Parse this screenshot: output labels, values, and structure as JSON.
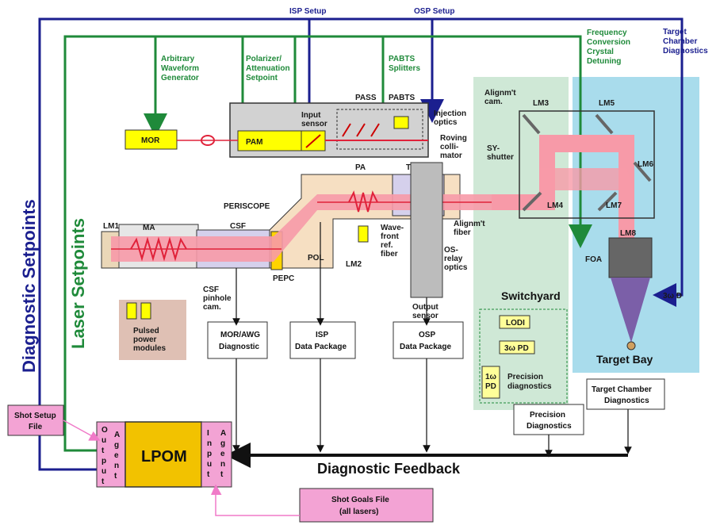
{
  "side": {
    "diagnostic_setpoints": "Diagnostic Setpoints",
    "laser_setpoints": "Laser Setpoints"
  },
  "top": {
    "isp_setup": "ISP Setup",
    "osp_setup": "OSP Setup",
    "freq_line1": "Frequency",
    "freq_line2": "Conversion",
    "freq_line3": "Crystal",
    "freq_line4": "Detuning",
    "tcd_line1": "Target",
    "tcd_line2": "Chamber",
    "tcd_line3": "Diagnostics",
    "awg_line1": "Arbitrary",
    "awg_line2": "Waveform",
    "awg_line3": "Generator",
    "pol_line1": "Polarizer/",
    "pol_line2": "Attenuation",
    "pol_line3": "Setpoint",
    "pabts_line1": "PABTS",
    "pabts_line2": "Splitters"
  },
  "components": {
    "mor": "MOR",
    "pam": "PAM",
    "pass": "PASS",
    "pabts": "PABTS",
    "input_sensor_1": "Input",
    "input_sensor_2": "sensor",
    "injection_1": "Injection",
    "injection_2": "optics",
    "roving_1": "Roving",
    "roving_2": "colli-",
    "roving_3": "mator",
    "pa": "PA",
    "tsf": "TSF",
    "periscope": "PERISCOPE",
    "lm1": "LM1",
    "ma": "MA",
    "csf": "CSF",
    "pepc": "PEPC",
    "pol": "POL",
    "lm2": "LM2",
    "lm3": "LM3",
    "lm4": "LM4",
    "lm5": "LM5",
    "lm6": "LM6",
    "lm7": "LM7",
    "lm8": "LM8",
    "alignt_cam_1": "Alignm't",
    "alignt_cam_2": "cam.",
    "sy_shutter_1": "SY-",
    "sy_shutter_2": "shutter",
    "wavefront_1": "Wave-",
    "wavefront_2": "front",
    "wavefront_3": "ref.",
    "wavefront_4": "fiber",
    "alignt_fiber_1": "Alignm't",
    "alignt_fiber_2": "fiber",
    "os_relay_1": "OS-",
    "os_relay_2": "relay",
    "os_relay_3": "optics",
    "output_sensor_1": "Output",
    "output_sensor_2": "sensor",
    "csf_cam_1": "CSF",
    "csf_cam_2": "pinhole",
    "csf_cam_3": "cam.",
    "pulsed_1": "Pulsed",
    "pulsed_2": "power",
    "pulsed_3": "modules",
    "foa": "FOA",
    "switchyard": "Switchyard",
    "target_bay": "Target Bay",
    "three_d": "3ω D",
    "lodi": "LODI",
    "three_pd": "3ω PD",
    "one_pd_1": "1ω",
    "one_pd_2": "PD",
    "precision_diag_1": "Precision",
    "precision_diag_2": "diagnostics"
  },
  "boxes": {
    "mor_awg_1": "MOR/AWG",
    "mor_awg_2": "Diagnostic",
    "isp_pkg_1": "ISP",
    "isp_pkg_2": "Data Package",
    "osp_pkg_1": "OSP",
    "osp_pkg_2": "Data Package",
    "prec_diag_1": "Precision",
    "prec_diag_2": "Diagnostics",
    "tcd_box_1": "Target Chamber",
    "tcd_box_2": "Diagnostics",
    "shot_setup_1": "Shot Setup",
    "shot_setup_2": "File",
    "shot_goals_1": "Shot Goals File",
    "shot_goals_2": "(all lasers)",
    "lpom": "LPOM",
    "output_agent": [
      "O",
      "u",
      "t",
      "p",
      "u",
      "t"
    ],
    "output_agent_b": [
      "A",
      "g",
      "e",
      "n",
      "t"
    ],
    "input_agent": [
      "I",
      "n",
      "p",
      "u",
      "t"
    ],
    "input_agent_b": [
      "A",
      "g",
      "e",
      "n",
      "t"
    ],
    "feedback": "Diagnostic Feedback"
  },
  "colors": {
    "green": "#1f8a3a",
    "blue": "#1b1f8f",
    "beam": "#f79aa8",
    "beam_core": "#e0223a",
    "switchyard_bg": "#cfe8d6",
    "targetbay_bg": "#a9dcec",
    "yellow": "#ffff00",
    "pink": "#f3a3d4",
    "lpom": "#f2c200"
  }
}
